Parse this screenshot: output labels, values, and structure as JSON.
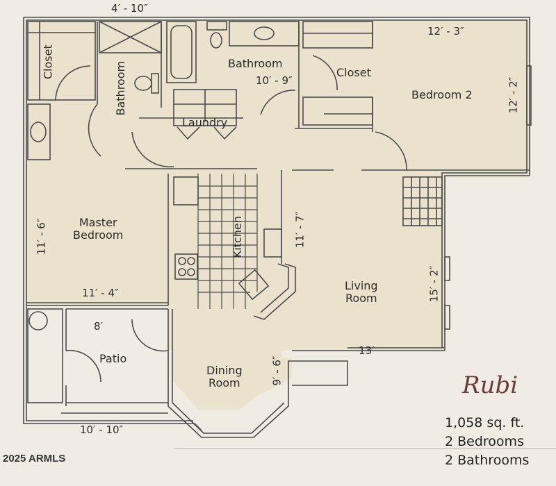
{
  "plan": {
    "name": "Rubi",
    "square_feet": "1,058 sq. ft.",
    "bedrooms": "2 Bedrooms",
    "bathrooms": "2 Bathrooms",
    "copyright": "2025 ARMLS"
  },
  "rooms": {
    "closet_master": {
      "label": "Closet"
    },
    "bathroom_master": {
      "label": "Bathroom"
    },
    "bathroom_hall": {
      "label": "Bathroom",
      "dim": "10′ - 9″"
    },
    "closet_bed2": {
      "label": "Closet"
    },
    "laundry": {
      "label": "Laundry"
    },
    "bedroom2": {
      "label": "Bedroom 2",
      "dim_w": "12′ - 3″",
      "dim_h": "12′ - 2″"
    },
    "master_bedroom": {
      "label_line1": "Master",
      "label_line2": "Bedroom",
      "dim_w": "11′ - 4″",
      "dim_h": "11′ - 6″"
    },
    "kitchen": {
      "label": "Kitchen",
      "dim": "11′ - 7″"
    },
    "living_room": {
      "label_line1": "Living",
      "label_line2": "Room",
      "dim_w": "13′",
      "dim_h": "15′ - 2″"
    },
    "patio": {
      "label": "Patio",
      "dim_w": "8′",
      "dim_l": "10′ - 10″"
    },
    "dining_room": {
      "label_line1": "Dining",
      "label_line2": "Room",
      "dim": "9′ - 6″"
    },
    "top_dim": "4′ - 10″"
  },
  "colors": {
    "interior": "#ece3cf",
    "exterior": "#f1ece3",
    "wall": "#4a4a4a",
    "title": "#6b3b3c"
  }
}
